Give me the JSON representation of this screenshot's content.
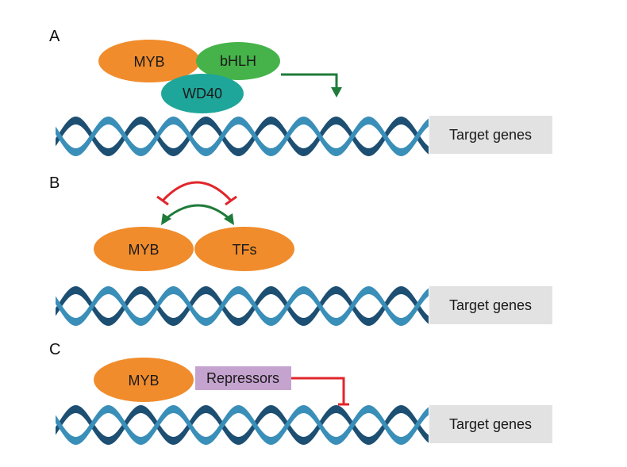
{
  "colors": {
    "myb": "#f08c2c",
    "bhlh": "#46b34a",
    "wd40": "#1fa69a",
    "repressor": "#c5a3cf",
    "dna_front": "#3a8fb9",
    "dna_back": "#1d4f73",
    "gene_box": "#e2e2e2",
    "activation": "#1e7b3a",
    "inhibition": "#e0262b"
  },
  "panels": [
    {
      "label": "A",
      "nodes": {
        "myb": "MYB",
        "bhlh": "bHLH",
        "wd40": "WD40"
      },
      "target": "Target genes",
      "relation": "activation"
    },
    {
      "label": "B",
      "nodes": {
        "myb": "MYB",
        "tfs": "TFs"
      },
      "target": "Target genes",
      "relations": [
        "mutual activation",
        "mutual inhibition"
      ]
    },
    {
      "label": "C",
      "nodes": {
        "myb": "MYB",
        "repressors": "Repressors"
      },
      "target": "Target genes",
      "relation": "inhibition"
    }
  ]
}
